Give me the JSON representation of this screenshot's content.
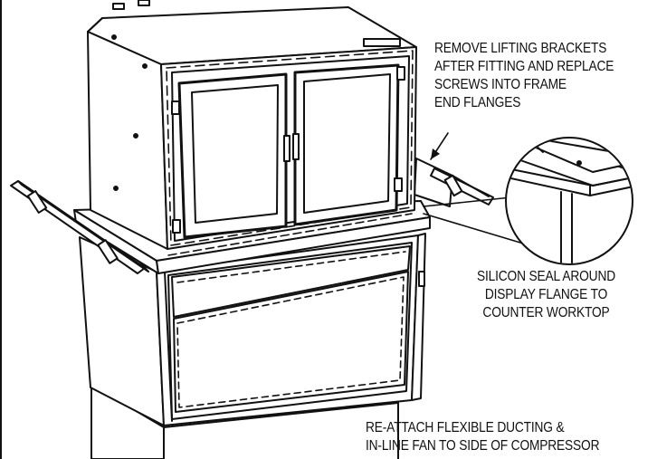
{
  "annotations": {
    "lifting_brackets": {
      "lines": [
        "REMOVE LIFTING BRACKETS",
        "AFTER FITTING AND REPLACE",
        "SCREWS INTO FRAME",
        "END FLANGES"
      ]
    },
    "silicon_seal": {
      "lines": [
        "SILICON SEAL AROUND",
        "DISPLAY FLANGE TO",
        "COUNTER WORKTOP"
      ]
    },
    "ducting": {
      "lines": [
        "RE-ATTACH FLEXIBLE DUCTING &",
        "IN-LINE FAN TO SIDE OF COMPRESSOR"
      ]
    }
  },
  "colors": {
    "line": "#111111",
    "background": "#ffffff"
  }
}
